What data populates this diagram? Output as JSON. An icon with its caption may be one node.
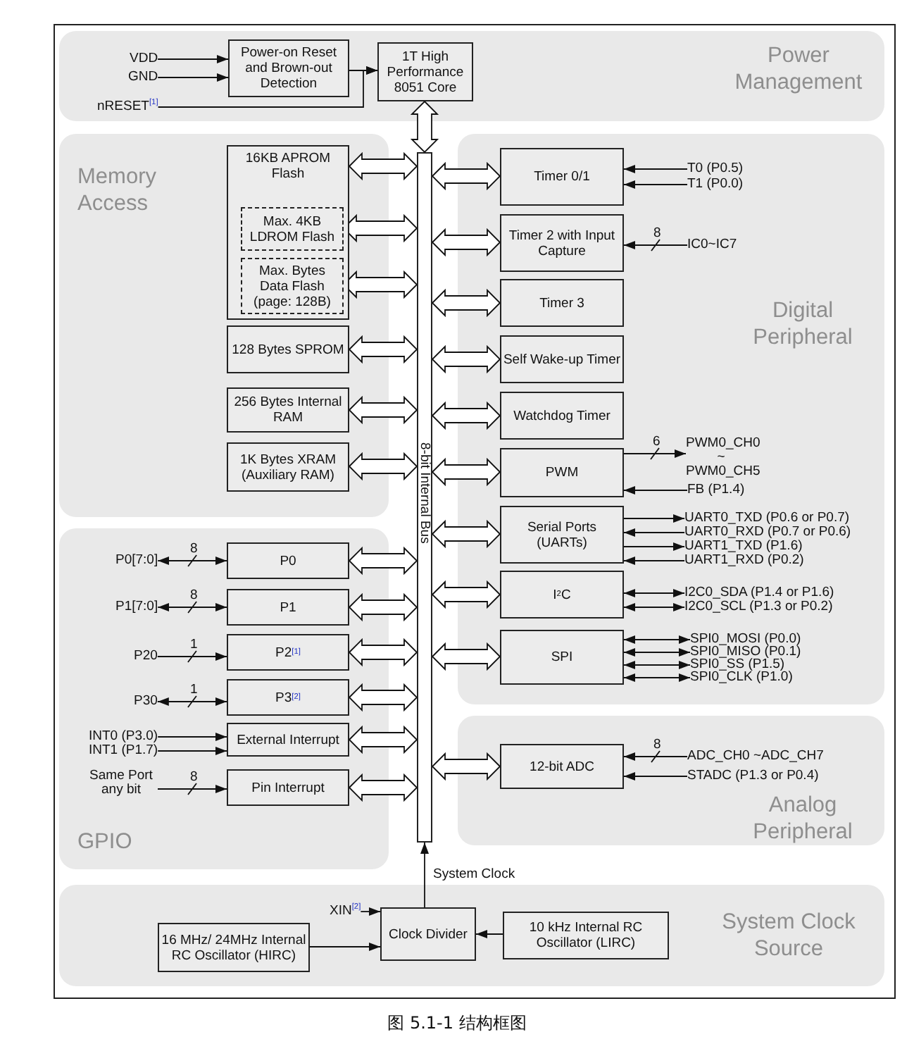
{
  "diagram": {
    "caption": "图 5.1-1 结构框图",
    "nodes": [
      {
        "text": [
          "Power Management"
        ]
      },
      {
        "text": [
          "VDD"
        ],
        "in": 0
      },
      {
        "text": [
          "GND"
        ],
        "in": 0
      },
      {
        "text": [
          "nRESET$^{[1]}$"
        ],
        "in": 0
      },
      {
        "text": [
          "Power-on Reset and Brown-out Detection"
        ],
        "in": 0
      },
      {
        "text": [
          "1T High Performance 8051 Core"
        ],
        "in": 0
      },
      {
        "text": [
          "8-bit Internal Bus"
        ]
      },
      {
        "text": [
          "Memory Access"
        ]
      },
      {
        "text": [
          "16KB APROM Flash"
        ],
        "in": 7
      },
      {
        "text": [
          "Max. 4KB LDROM Flash"
        ],
        "in": 8
      },
      {
        "text": [
          "Max. Bytes Data Flash (page: 128B)"
        ],
        "in": 8
      },
      {
        "text": [
          "128 Bytes SPROM"
        ],
        "in": 7
      },
      {
        "text": [
          "256 Bytes Internal RAM"
        ],
        "in": 7
      },
      {
        "text": [
          "1K Bytes XRAM (Auxiliary RAM)"
        ],
        "in": 7
      },
      {
        "text": [
          "Digital Peripheral"
        ]
      },
      {
        "text": [
          "Timer 0/1"
        ],
        "in": 14
      },
      {
        "text": [
          "T0 (P0.5)"
        ],
        "in": 14
      },
      {
        "text": [
          "T1 (P0.0)"
        ],
        "in": 14
      },
      {
        "text": [
          "Timer 2 with Input Capture"
        ],
        "in": 14
      },
      {
        "text": [
          "IC0~IC7"
        ],
        "in": 14
      },
      {
        "text": [
          "Timer 3"
        ],
        "in": 14
      },
      {
        "text": [
          "Self Wake-up Timer"
        ],
        "in": 14
      },
      {
        "text": [
          "Watchdog Timer"
        ],
        "in": 14
      },
      {
        "text": [
          "PWM"
        ],
        "in": 14
      },
      {
        "text": [
          "PWM0_CH0 ~ PWM0_CH5"
        ],
        "in": 14
      },
      {
        "text": [
          "FB (P1.4)"
        ],
        "in": 14
      },
      {
        "text": [
          "Serial Ports (UARTs)"
        ],
        "in": 14
      },
      {
        "text": [
          "UART0_TXD (P0.6 or P0.7)"
        ],
        "in": 14
      },
      {
        "text": [
          "UART0_RXD (P0.7 or P0.6)"
        ],
        "in": 14
      },
      {
        "text": [
          "UART1_TXD (P1.6)"
        ],
        "in": 14
      },
      {
        "text": [
          "UART1_RXD (P0.2)"
        ],
        "in": 14
      },
      {
        "text": [
          "I$^{2}$C"
        ],
        "in": 14
      },
      {
        "text": [
          "I2C0_SDA (P1.4 or P1.6)"
        ],
        "in": 14
      },
      {
        "text": [
          "I2C0_SCL (P1.3 or P0.2)"
        ],
        "in": 14
      },
      {
        "text": [
          "SPI"
        ],
        "in": 14
      },
      {
        "text": [
          "SPI0_MOSI (P0.0)"
        ],
        "in": 14
      },
      {
        "text": [
          "SPI0_MISO (P0.1)"
        ],
        "in": 14
      },
      {
        "text": [
          "SPI0_SS (P1.5)"
        ],
        "in": 14
      },
      {
        "text": [
          "SPI0_CLK (P1.0)"
        ],
        "in": 14
      },
      {
        "text": [
          "GPIO"
        ]
      },
      {
        "text": [
          "P0[7:0]"
        ],
        "in": 39
      },
      {
        "text": [
          "P0"
        ],
        "in": 39
      },
      {
        "text": [
          "P1[7:0]"
        ],
        "in": 39
      },
      {
        "text": [
          "P1"
        ],
        "in": 39
      },
      {
        "text": [
          "P20"
        ],
        "in": 39
      },
      {
        "text": [
          "P2$^{[1]}$"
        ],
        "in": 39
      },
      {
        "text": [
          "P30"
        ],
        "in": 39
      },
      {
        "text": [
          "P3$^{[2]}$"
        ],
        "in": 39
      },
      {
        "text": [
          "INT0 (P3.0)"
        ],
        "in": 39
      },
      {
        "text": [
          "INT1 (P1.7)"
        ],
        "in": 39
      },
      {
        "text": [
          "External Interrupt"
        ],
        "in": 39
      },
      {
        "text": [
          "Same Port any bit"
        ],
        "in": 39
      },
      {
        "text": [
          "Pin Interrupt"
        ],
        "in": 39
      },
      {
        "text": [
          "Analog Peripheral"
        ]
      },
      {
        "text": [
          "12-bit ADC"
        ],
        "in": 53
      },
      {
        "text": [
          "ADC_CH0 ~ADC_CH7"
        ],
        "in": 53
      },
      {
        "text": [
          "STADC (P1.3 or P0.4)"
        ],
        "in": 53
      },
      {
        "text": [
          "System Clock Source"
        ]
      },
      {
        "text": [
          "XIN$^{[2]}$"
        ],
        "in": 57
      },
      {
        "text": [
          "16 MHz/ 24MHz Internal RC Oscillator (HIRC)"
        ],
        "in": 57
      },
      {
        "text": [
          "Clock Divider"
        ],
        "in": 57
      },
      {
        "text": [
          "10 kHz Internal RC Oscillator (LIRC)"
        ],
        "in": 57
      }
    ],
    "edges": [
      {
        "from": 1,
        "to": 4,
        "arrow": "to"
      },
      {
        "from": 2,
        "to": 4,
        "arrow": "to"
      },
      {
        "from": 4,
        "to": 5,
        "arrow": "to"
      },
      {
        "from": 3,
        "to": 5,
        "arrow": "to"
      },
      {
        "from": 5,
        "to": 6,
        "arrow": "both",
        "style": "thick"
      },
      {
        "from": 8,
        "to": 6,
        "arrow": "both",
        "style": "thick"
      },
      {
        "from": 9,
        "to": 6,
        "arrow": "both",
        "style": "thick"
      },
      {
        "from": 10,
        "to": 6,
        "arrow": "both",
        "style": "thick"
      },
      {
        "from": 11,
        "to": 6,
        "arrow": "both",
        "style": "thick"
      },
      {
        "from": 12,
        "to": 6,
        "arrow": "both",
        "style": "thick"
      },
      {
        "from": 13,
        "to": 6,
        "arrow": "both",
        "style": "thick"
      },
      {
        "from": 6,
        "to": 15,
        "arrow": "both",
        "style": "thick"
      },
      {
        "from": 6,
        "to": 18,
        "arrow": "both",
        "style": "thick"
      },
      {
        "from": 6,
        "to": 20,
        "arrow": "both",
        "style": "thick"
      },
      {
        "from": 6,
        "to": 21,
        "arrow": "both",
        "style": "thick"
      },
      {
        "from": 6,
        "to": 22,
        "arrow": "both",
        "style": "thick"
      },
      {
        "from": 6,
        "to": 23,
        "arrow": "both",
        "style": "thick"
      },
      {
        "from": 6,
        "to": 26,
        "arrow": "both",
        "style": "thick"
      },
      {
        "from": 6,
        "to": 31,
        "arrow": "both",
        "style": "thick"
      },
      {
        "from": 6,
        "to": 34,
        "arrow": "both",
        "style": "thick"
      },
      {
        "from": 16,
        "to": 15,
        "arrow": "to"
      },
      {
        "from": 17,
        "to": 15,
        "arrow": "to"
      },
      {
        "from": 19,
        "to": 18,
        "arrow": "to",
        "label": "8"
      },
      {
        "from": 23,
        "to": 24,
        "arrow": "to",
        "label": "6"
      },
      {
        "from": 25,
        "to": 23,
        "arrow": "to"
      },
      {
        "from": 26,
        "to": 27,
        "arrow": "to"
      },
      {
        "from": 28,
        "to": 26,
        "arrow": "to"
      },
      {
        "from": 26,
        "to": 29,
        "arrow": "to"
      },
      {
        "from": 30,
        "to": 26,
        "arrow": "to"
      },
      {
        "from": 31,
        "to": 32,
        "arrow": "both"
      },
      {
        "from": 31,
        "to": 33,
        "arrow": "both"
      },
      {
        "from": 34,
        "to": 35,
        "arrow": "both"
      },
      {
        "from": 34,
        "to": 36,
        "arrow": "both"
      },
      {
        "from": 34,
        "to": 37,
        "arrow": "both"
      },
      {
        "from": 34,
        "to": 38,
        "arrow": "both"
      },
      {
        "from": 40,
        "to": 41,
        "arrow": "both",
        "label": "8"
      },
      {
        "from": 42,
        "to": 43,
        "arrow": "both",
        "label": "8"
      },
      {
        "from": 44,
        "to": 45,
        "arrow": "to",
        "label": "1"
      },
      {
        "from": 46,
        "to": 47,
        "arrow": "both",
        "label": "1"
      },
      {
        "from": 48,
        "to": 50,
        "arrow": "to"
      },
      {
        "from": 49,
        "to": 50,
        "arrow": "to"
      },
      {
        "from": 51,
        "to": 52,
        "arrow": "to",
        "label": "8"
      },
      {
        "from": 41,
        "to": 6,
        "arrow": "both",
        "style": "thick"
      },
      {
        "from": 43,
        "to": 6,
        "arrow": "both",
        "style": "thick"
      },
      {
        "from": 45,
        "to": 6,
        "arrow": "both",
        "style": "thick"
      },
      {
        "from": 47,
        "to": 6,
        "arrow": "both",
        "style": "thick"
      },
      {
        "from": 50,
        "to": 6,
        "arrow": "both",
        "style": "thick"
      },
      {
        "from": 52,
        "to": 6,
        "arrow": "both",
        "style": "thick"
      },
      {
        "from": 55,
        "to": 54,
        "arrow": "to",
        "label": "8"
      },
      {
        "from": 56,
        "to": 54,
        "arrow": "to"
      },
      {
        "from": 54,
        "to": 6,
        "arrow": "both",
        "style": "thick"
      },
      {
        "from": 58,
        "to": 60,
        "arrow": "to"
      },
      {
        "from": 59,
        "to": 60,
        "arrow": "to"
      },
      {
        "from": 61,
        "to": 60,
        "arrow": "to"
      },
      {
        "from": 60,
        "to": 6,
        "arrow": "to",
        "label": "System Clock"
      }
    ]
  }
}
